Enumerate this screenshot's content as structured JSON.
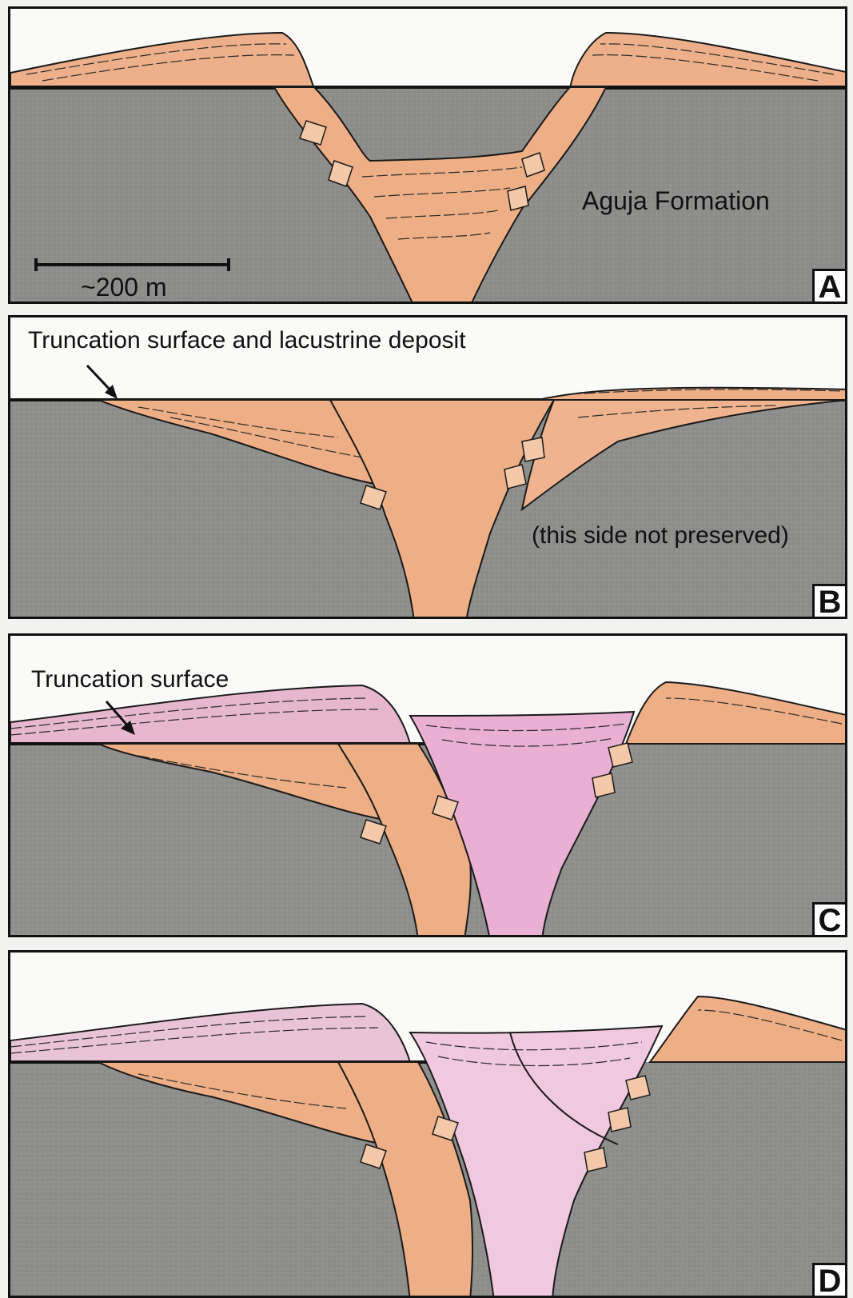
{
  "colors": {
    "bedrock": "#8f8f8d",
    "sediment": "#eeaf86",
    "sediment_light": "#f4c9aa",
    "pink_fill": "#e9b0d3",
    "pink_light": "#f3d2e6",
    "outline": "#1a1a1a",
    "background": "#fafaf8"
  },
  "panels": {
    "a": {
      "letter": "A",
      "formation_label": "Aguja Formation",
      "scale_label": "~200 m"
    },
    "b": {
      "letter": "B",
      "callout": "Truncation surface and lacustrine deposit",
      "note": "(this side not preserved)"
    },
    "c": {
      "letter": "C",
      "callout": "Truncation surface"
    },
    "d": {
      "letter": "D"
    }
  }
}
